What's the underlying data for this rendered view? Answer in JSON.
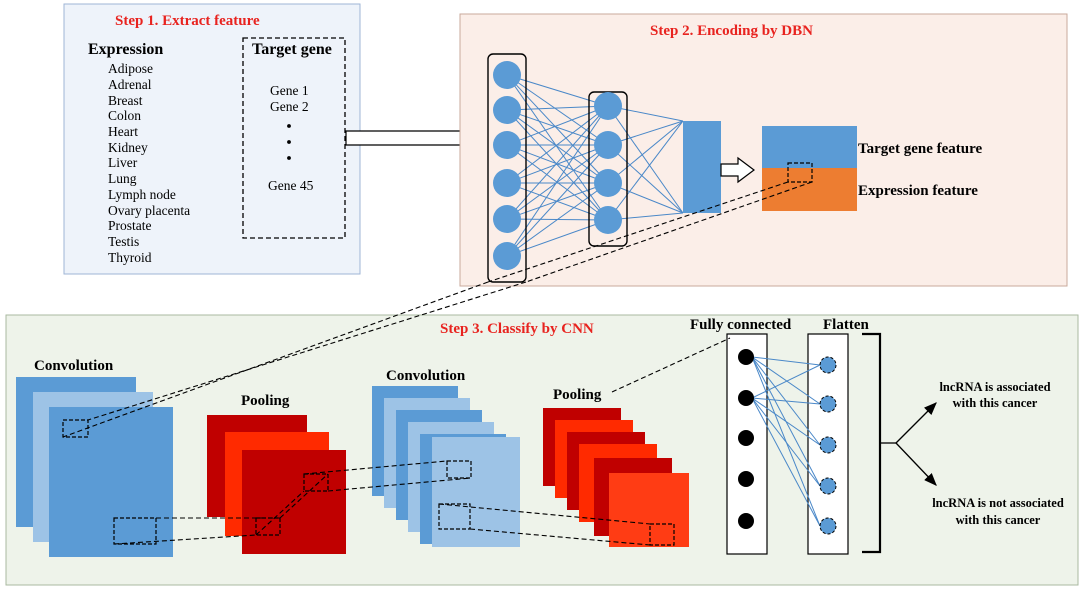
{
  "step1": {
    "title": "Step 1. Extract feature",
    "expression_header": "Expression",
    "tissues": [
      "Adipose",
      "Adrenal",
      "Breast",
      "Colon",
      "Heart",
      "Kidney",
      "Liver",
      "Lung",
      "Lymph node",
      "Ovary placenta",
      "Prostate",
      "Testis",
      "Thyroid"
    ],
    "target_header": "Target gene",
    "genes_top": [
      "Gene 1",
      "Gene 2"
    ],
    "gene_last": "Gene 45"
  },
  "step2": {
    "title": "Step 2. Encoding by DBN",
    "feature_top": "Target gene feature",
    "feature_bottom": "Expression feature"
  },
  "step3": {
    "title": "Step 3. Classify by CNN",
    "convolution1": "Convolution",
    "pooling1": "Pooling",
    "convolution2": "Convolution",
    "pooling2": "Pooling",
    "fully_connected": "Fully connected",
    "flatten": "Flatten",
    "output_yes": [
      "lncRNA is associated",
      "with this cancer"
    ],
    "output_no": [
      "lncRNA is not associated",
      "with this cancer"
    ]
  },
  "colors": {
    "step1_bg": "#eef3fa",
    "step2_bg": "#fbeee8",
    "step3_bg": "#eef3ea",
    "title_red": "#e8231f",
    "node_blue": "#5b9bd5",
    "edge_blue": "#4a88c8",
    "conv_dark": "#5b9bd5",
    "conv_light": "#9dc3e6",
    "pool_dark": "#c00000",
    "pool_mid": "#ff2a00",
    "pool_light": "#ff3c14",
    "feature_orange": "#ed7d31"
  }
}
